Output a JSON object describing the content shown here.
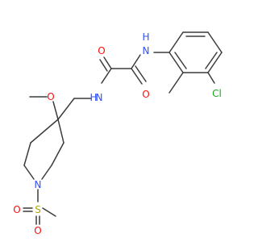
{
  "colors": {
    "bond": "#3b3b3b",
    "carbon": "#3b3b3b",
    "nitrogen": "#3050f8",
    "oxygen": "#ff0d0d",
    "sulfur": "#b2a600",
    "chlorine": "#1ea51e"
  },
  "labels": {
    "nh_aryl": "N",
    "nh_aryl_h": "H",
    "nh_alkyl": "N",
    "nh_alkyl_h": "H",
    "o_carbonyl_left": "O",
    "o_carbonyl_right": "O",
    "chlorine": "Cl",
    "o_methoxy": "O",
    "n_piperidine": "N",
    "sulfur": "S",
    "o_sulfonyl_left": "O",
    "o_sulfonyl_right": "O"
  }
}
